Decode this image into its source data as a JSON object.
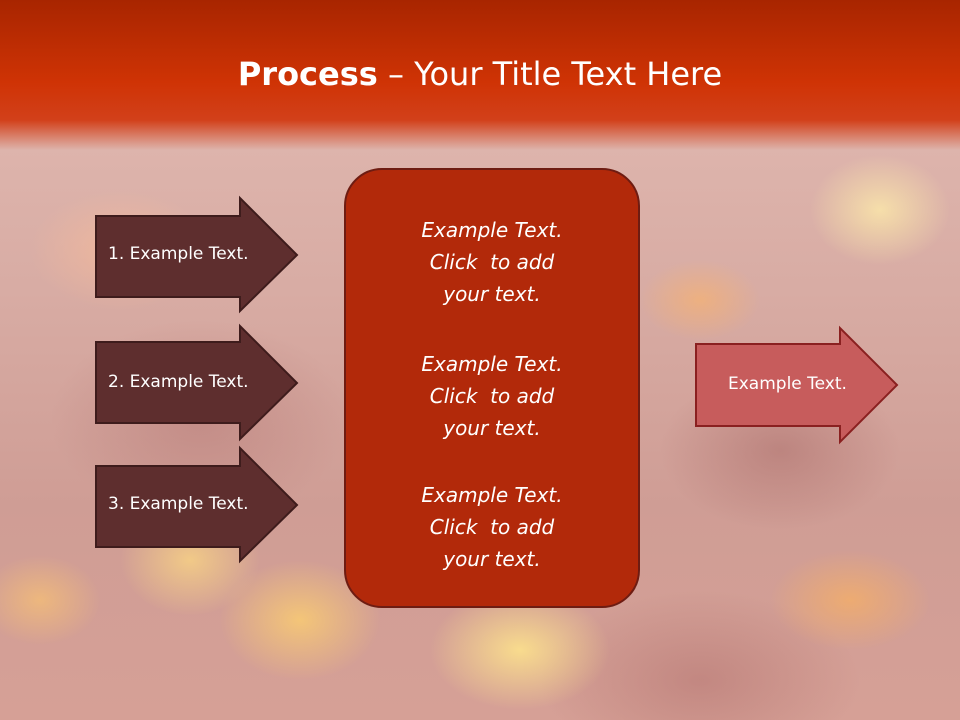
{
  "slide": {
    "title_bold": "Process",
    "title_rest": " – Your Title Text Here"
  },
  "left_arrows": [
    {
      "label": "1. Example Text."
    },
    {
      "label": "2. Example Text."
    },
    {
      "label": "3. Example Text."
    }
  ],
  "center_box": {
    "blocks": [
      {
        "lines": [
          "Example Text.",
          "Click  to add",
          "your text."
        ]
      },
      {
        "lines": [
          "Example Text.",
          "Click  to add",
          "your text."
        ]
      },
      {
        "lines": [
          "Example Text.",
          "Click  to add",
          "your text."
        ]
      }
    ]
  },
  "right_arrow": {
    "label": "Example Text."
  },
  "colors": {
    "left_arrow_fill": "#5e2e2e",
    "left_arrow_stroke": "#3e1c1c",
    "right_arrow_fill": "#c75c5c",
    "right_arrow_stroke": "#8a2020",
    "center_fill": "#b2290a",
    "header": "#cf3305"
  }
}
